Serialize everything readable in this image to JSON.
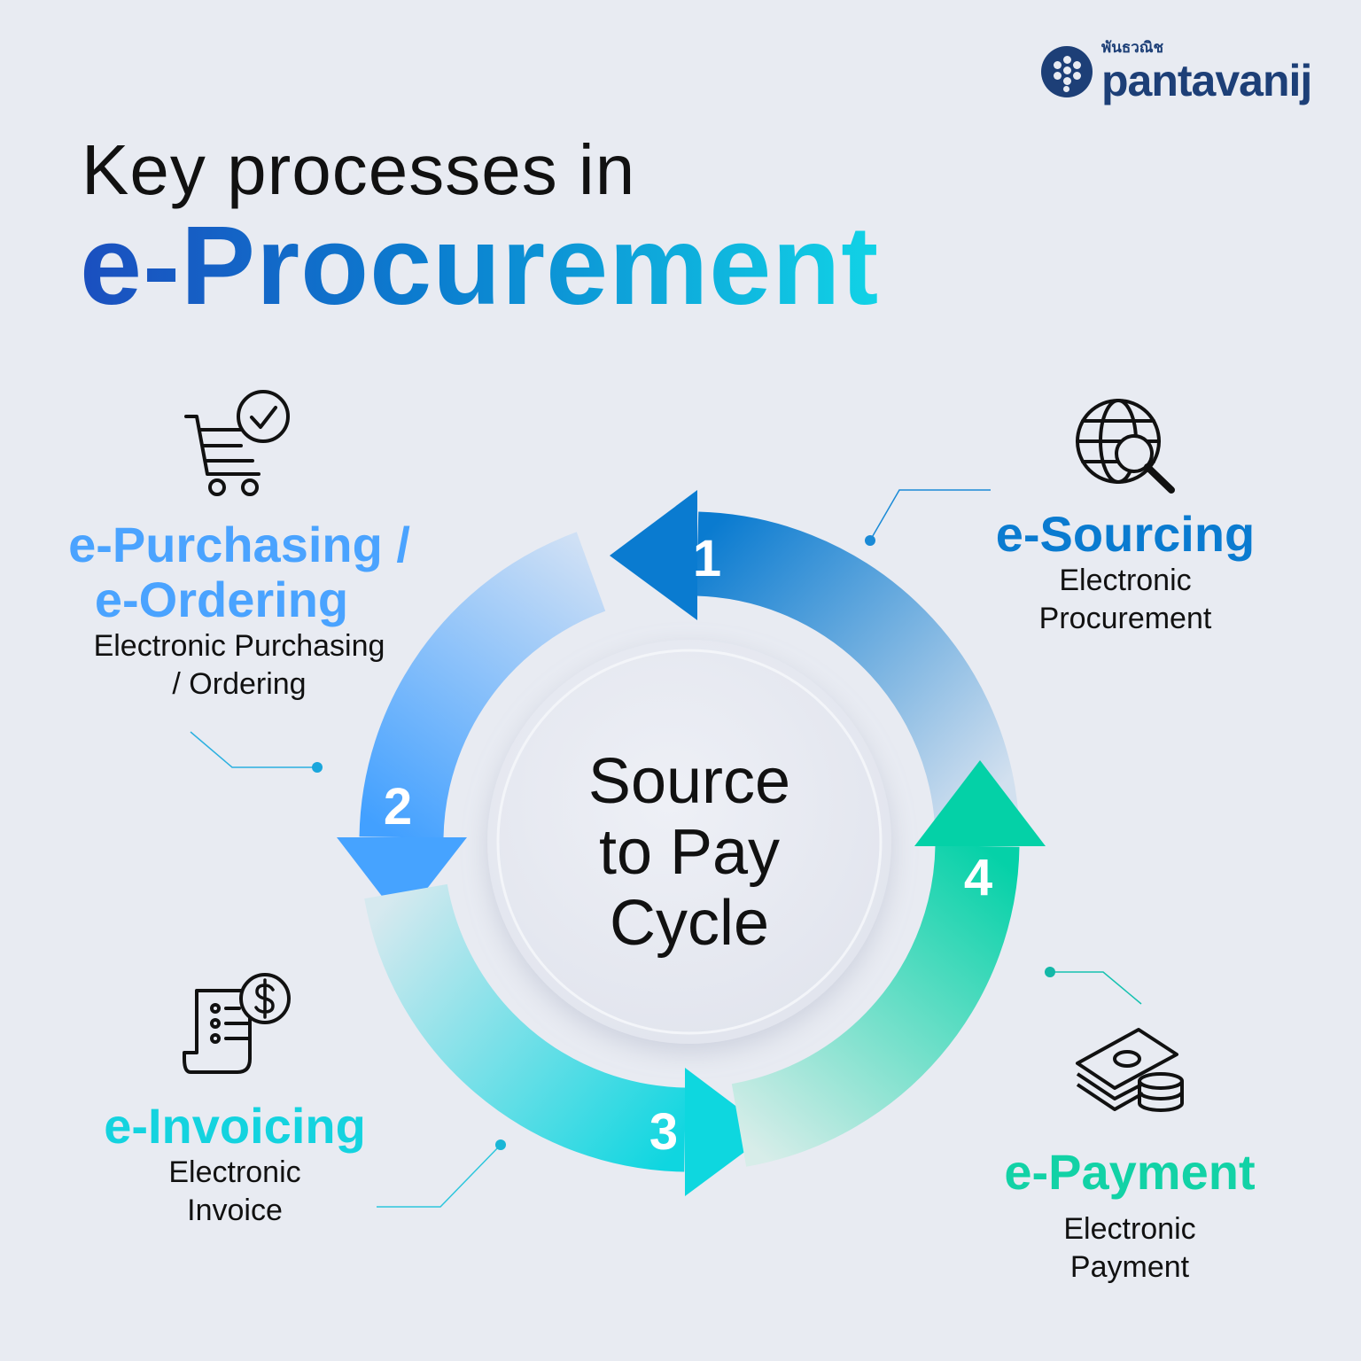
{
  "logo": {
    "thai": "พันธวณิช",
    "name": "pantavanij"
  },
  "title": {
    "line1": "Key processes in",
    "line2": "e-Procurement"
  },
  "center": {
    "line1": "Source",
    "line2": "to Pay",
    "line3": "Cycle"
  },
  "steps": [
    {
      "number": "1",
      "title": "e-Sourcing",
      "sub1": "Electronic",
      "sub2": "Procurement",
      "color": "#0a7bd0",
      "icon": "globe-search-icon"
    },
    {
      "number": "2",
      "title1": "e-Purchasing /",
      "title2": "e-Ordering",
      "sub1": "Electronic Purchasing",
      "sub2": "/ Ordering",
      "color": "#4aa3ff",
      "icon": "shopping-cart-check-icon"
    },
    {
      "number": "3",
      "title": "e-Invoicing",
      "sub1": "Electronic",
      "sub2": "Invoice",
      "color": "#14d3df",
      "icon": "invoice-dollar-icon"
    },
    {
      "number": "4",
      "title": "e-Payment",
      "sub1": "Electronic",
      "sub2": "Payment",
      "color": "#12d2a6",
      "icon": "money-stack-icon"
    }
  ]
}
